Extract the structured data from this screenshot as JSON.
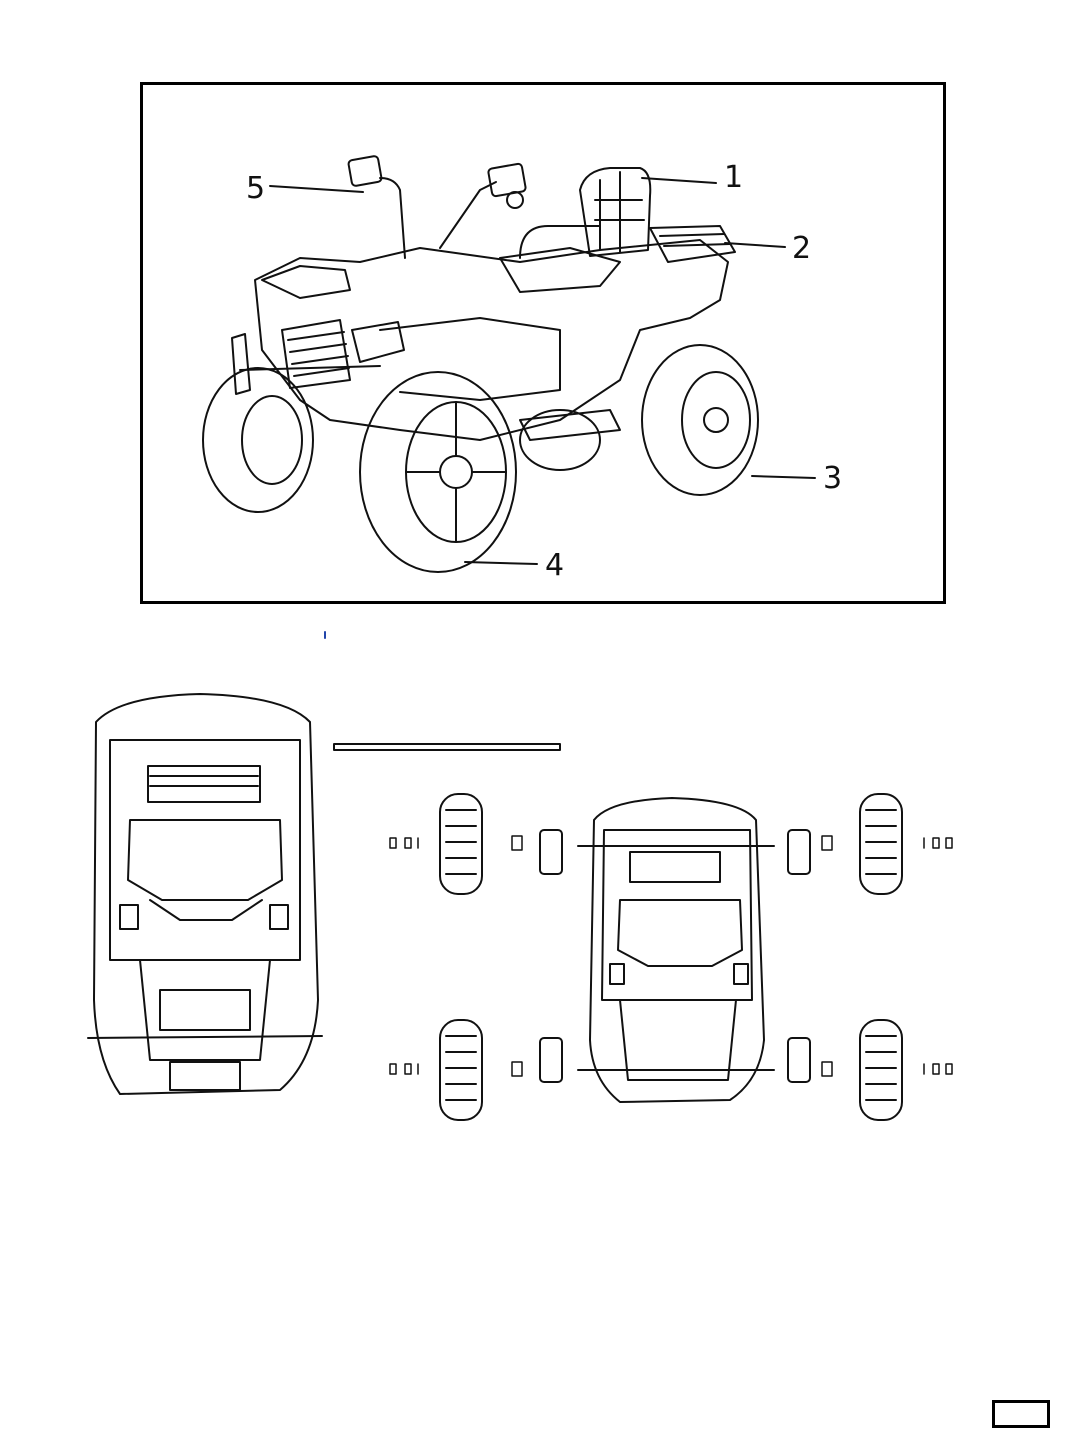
{
  "figure_1": {
    "callouts": [
      "1",
      "2",
      "3",
      "4",
      "5"
    ]
  },
  "colors": {
    "line": "#111111",
    "background": "#ffffff"
  }
}
